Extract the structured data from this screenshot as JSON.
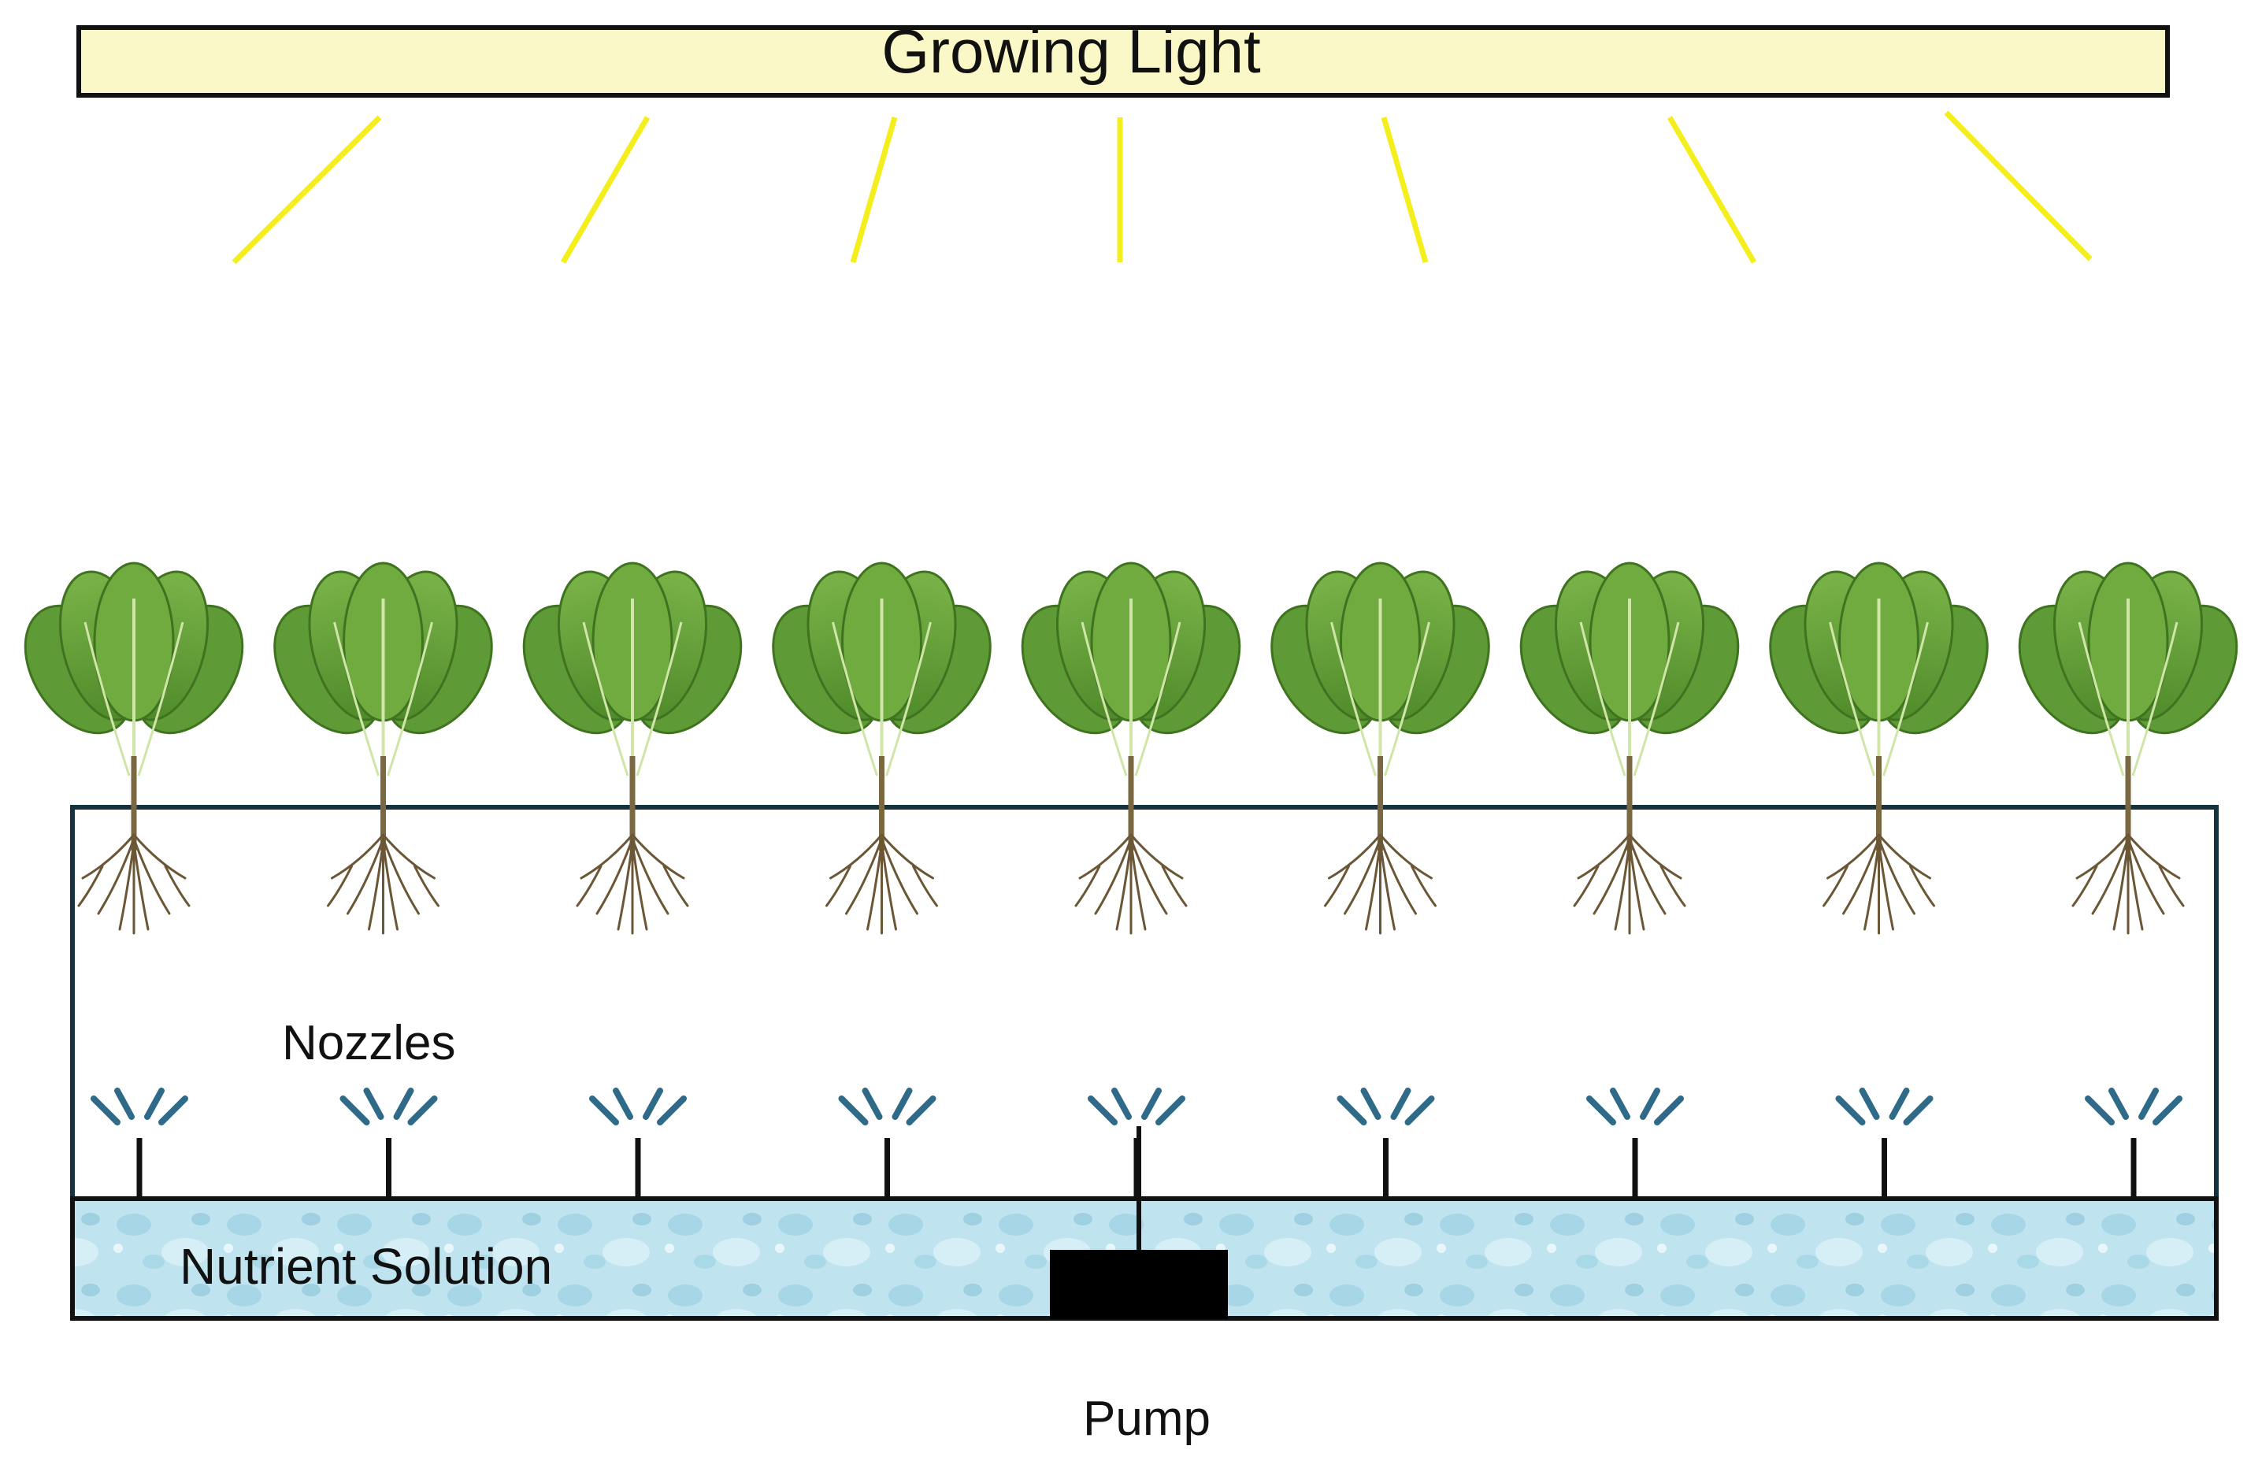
{
  "labels": {
    "light": "Growing Light",
    "nozzles": "Nozzles",
    "solution": "Nutrient Solution",
    "pump": "Pump"
  },
  "counts": {
    "plants": 9,
    "nozzles": 9,
    "rays": 7
  },
  "icons": {
    "plant": "lettuce-plant-icon",
    "nozzle": "nozzle-spray-icon",
    "pump": "pump-icon"
  },
  "colors": {
    "light_fill": "#fbf8c8",
    "ray": "#f4ee1c",
    "outline": "#16323f",
    "solution": "#bfe4ef",
    "spray": "#2f6b88",
    "pump": "#000000",
    "leaf": "#5e9a35",
    "leaf_dark": "#3f7320",
    "root": "#6b5636"
  }
}
